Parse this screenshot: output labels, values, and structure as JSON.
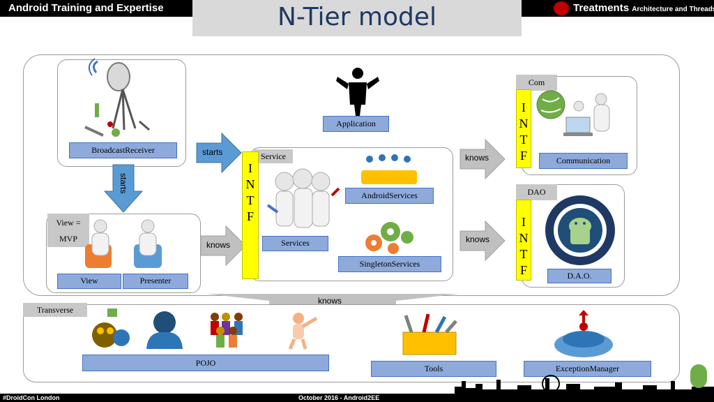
{
  "header": {
    "left_title": "Android Training and Expertise",
    "right_title": "Treatments",
    "right_subtitle": "Architecture and Threads",
    "slide_title": "N-Tier model"
  },
  "footer": {
    "left": "#DroidCon London",
    "center": "October 2016 - Android2EE"
  },
  "diagram": {
    "broadcast_receiver": "BroadcastReceiver",
    "view_label": "View =",
    "mvp_label": "MVP",
    "view": "View",
    "presenter": "Presenter",
    "application": "Application",
    "service_group": "Service",
    "services": "Services",
    "android_services": "AndroidServices",
    "singleton_services": "SingletonServices",
    "com_group": "Com",
    "communication": "Communication",
    "dao_group": "DAO",
    "dao": "D.A.O.",
    "intf_letters": [
      "I",
      "N",
      "T",
      "F"
    ],
    "transverse": "Transverse",
    "pojo": "POJO",
    "tools": "Tools",
    "exception_manager": "ExceptionManager",
    "arrows": {
      "starts_right": "starts",
      "starts_down": "starts",
      "knows_view": "knows",
      "knows_com": "knows",
      "knows_dao": "knows",
      "knows_transverse": "knows"
    }
  },
  "colors": {
    "label_fill": "#8eaadb",
    "label_border": "#4472c4",
    "intf_fill": "#ffff00",
    "arrow_grey": "#c0c0c0",
    "arrow_blue": "#5b9bd5",
    "title_color": "#1f3864"
  }
}
